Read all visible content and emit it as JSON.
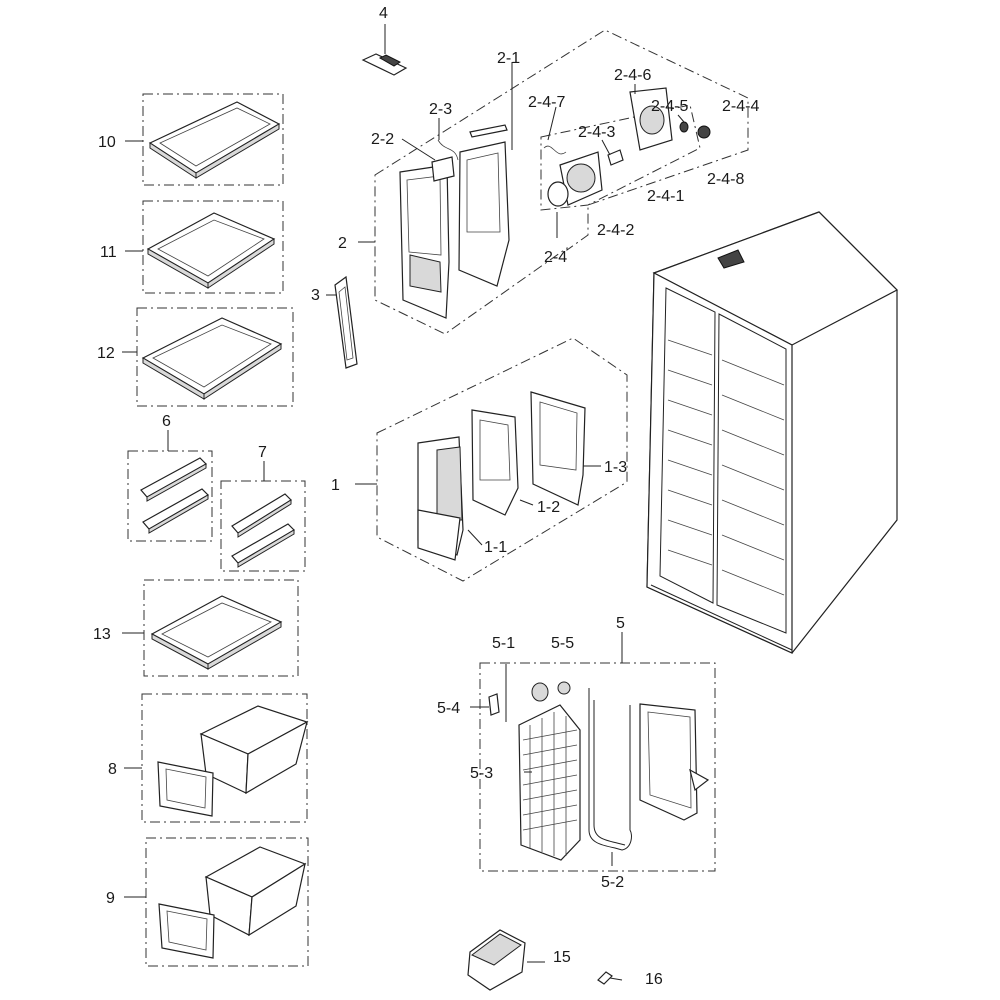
{
  "diagram": {
    "labels": {
      "p1": "1",
      "p1_1": "1-1",
      "p1_2": "1-2",
      "p1_3": "1-3",
      "p2": "2",
      "p2_1": "2-1",
      "p2_2": "2-2",
      "p2_3": "2-3",
      "p2_4": "2-4",
      "p2_4_1": "2-4-1",
      "p2_4_2": "2-4-2",
      "p2_4_3": "2-4-3",
      "p2_4_4": "2-4-4",
      "p2_4_5": "2-4-5",
      "p2_4_6": "2-4-6",
      "p2_4_7": "2-4-7",
      "p2_4_8": "2-4-8",
      "p3": "3",
      "p4": "4",
      "p5": "5",
      "p5_1": "5-1",
      "p5_2": "5-2",
      "p5_3": "5-3",
      "p5_4": "5-4",
      "p5_5": "5-5",
      "p6": "6",
      "p7": "7",
      "p8": "8",
      "p9": "9",
      "p10": "10",
      "p11": "11",
      "p12": "12",
      "p13": "13",
      "p15": "15",
      "p16": "16"
    }
  }
}
